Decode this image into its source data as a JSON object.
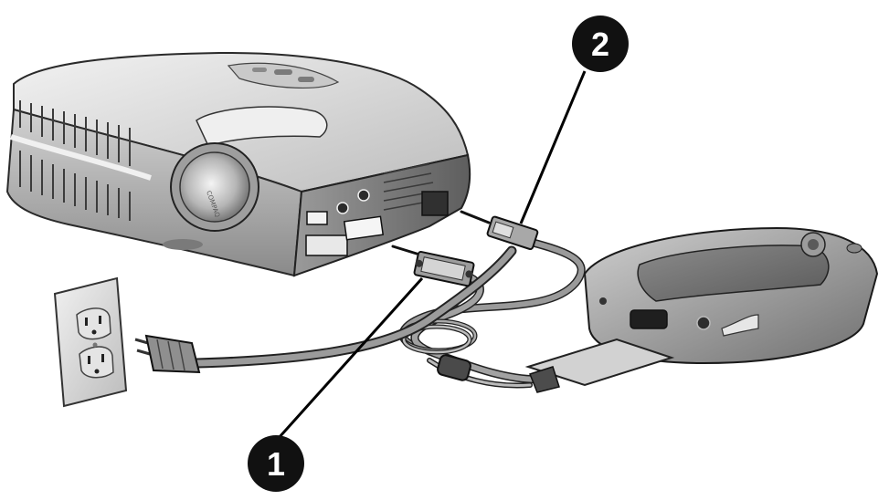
{
  "callouts": [
    {
      "id": "1",
      "label": "1"
    },
    {
      "id": "2",
      "label": "2"
    }
  ],
  "brand": "COMPAQ",
  "colors": {
    "body_light": "#dcdcdc",
    "body_mid": "#b8b8b8",
    "body_dark": "#6e6e6e",
    "outline": "#1e1e1e",
    "cable": "#8c8c8c",
    "callout_fill": "#111111"
  }
}
